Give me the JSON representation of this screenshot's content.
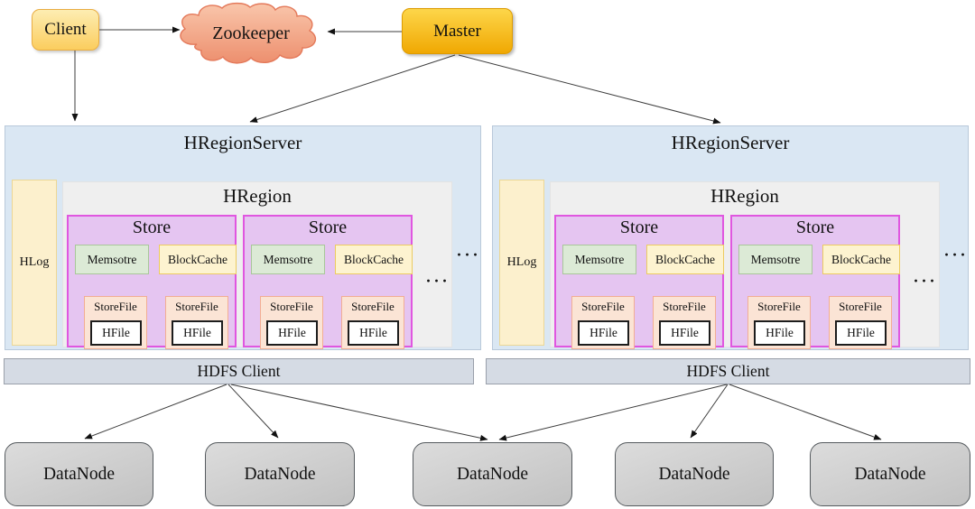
{
  "nodes": {
    "client": "Client",
    "zookeeper": "Zookeeper",
    "master": "Master"
  },
  "region_server": {
    "title": "HRegionServer",
    "hlog_label": "HLog",
    "ellipsis": "···",
    "hregion": {
      "title": "HRegion",
      "ellipsis": "···",
      "store": {
        "title": "Store",
        "memstore_label": "Memsotre",
        "blockcache_label": "BlockCache",
        "storefile_label": "StoreFile",
        "hfile_label": "HFile"
      }
    }
  },
  "hdfs": {
    "label": "HDFS Client"
  },
  "datanode": {
    "label": "DataNode"
  },
  "colors": {
    "client_fill": "#fbcd5e",
    "master_fill": "#f0a802",
    "zookeeper_fill": "#f09c7a",
    "zookeeper_border": "#e4795a",
    "server_fill": "#dae7f3",
    "hlog_fill": "#fcf0cd",
    "hregion_fill": "#efefef",
    "store_fill": "#e5c5f1",
    "store_border": "#e057e0",
    "memstore_fill": "#dcead6",
    "blockcache_fill": "#fdf3d0",
    "storefile_fill": "#fbe4d5",
    "hfile_fill": "#ffffff",
    "hdfs_fill": "#d5dbe4",
    "datanode_fill": "#cbcbcb",
    "arrow_color": "#3d3d3d"
  }
}
